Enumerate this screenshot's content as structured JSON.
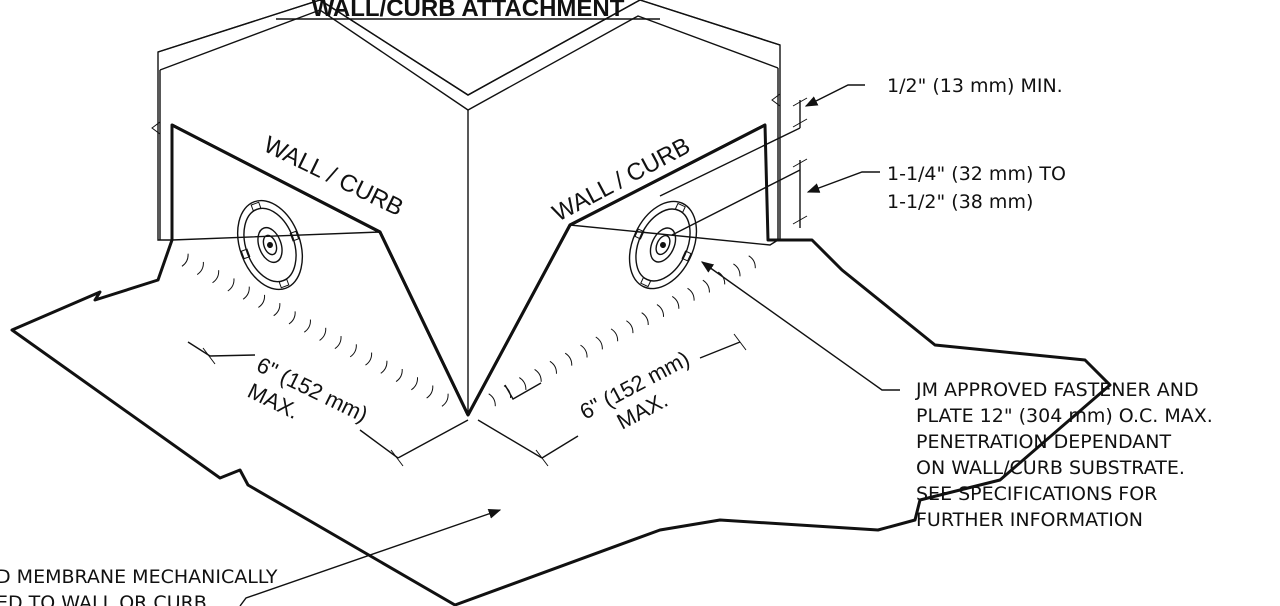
{
  "title": "WALL/CURB ATTACHMENT",
  "labels": {
    "wall_left": "WALL / CURB",
    "wall_right": "WALL / CURB",
    "dim_half_inch": "1/2\" (13 mm) MIN.",
    "dim_quarter_1": "1-1/4\" (32 mm) TO",
    "dim_quarter_2": "1-1/2\" (38 mm)",
    "left_spacing_1": "6\" (152 mm)",
    "left_spacing_2": "MAX.",
    "right_spacing_1": "6\" (152 mm)",
    "right_spacing_2": "MAX.",
    "fastener_1": "JM APPROVED FASTENER AND",
    "fastener_2": "PLATE 12\" (304 mm) O.C. MAX.",
    "fastener_3": "PENETRATION DEPENDANT",
    "fastener_4": "ON WALL/CURB SUBSTRATE.",
    "fastener_5": "SEE SPECIFICATIONS FOR",
    "fastener_6": "FURTHER INFORMATION",
    "membrane_1": "D MEMBRANE MECHANICALLY",
    "membrane_2": "ED TO WALL OR CURB"
  }
}
